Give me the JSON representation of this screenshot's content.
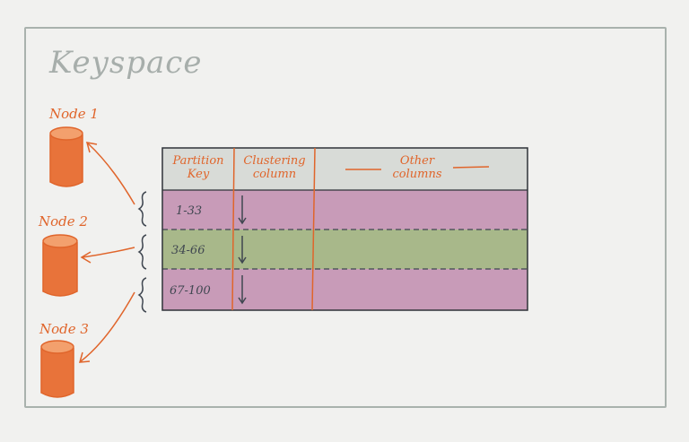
{
  "title": "Keyspace",
  "nodes": [
    {
      "label": "Node 1"
    },
    {
      "label": "Node 2"
    },
    {
      "label": "Node 3"
    }
  ],
  "table": {
    "headers": {
      "partition_key": [
        "Partition",
        "Key"
      ],
      "clustering_column": [
        "Clustering",
        "column"
      ],
      "other_columns": [
        "Other",
        "columns"
      ]
    },
    "rows": [
      {
        "range": "1-33",
        "color": "#c89bb8"
      },
      {
        "range": "34-66",
        "color": "#a8b88a"
      },
      {
        "range": "67-100",
        "color": "#c89bb8"
      }
    ]
  },
  "colors": {
    "accent": "#e0652b",
    "node_fill": "#e8733a",
    "header_bg": "#d8dbd7",
    "frame": "#a9b2ad"
  }
}
